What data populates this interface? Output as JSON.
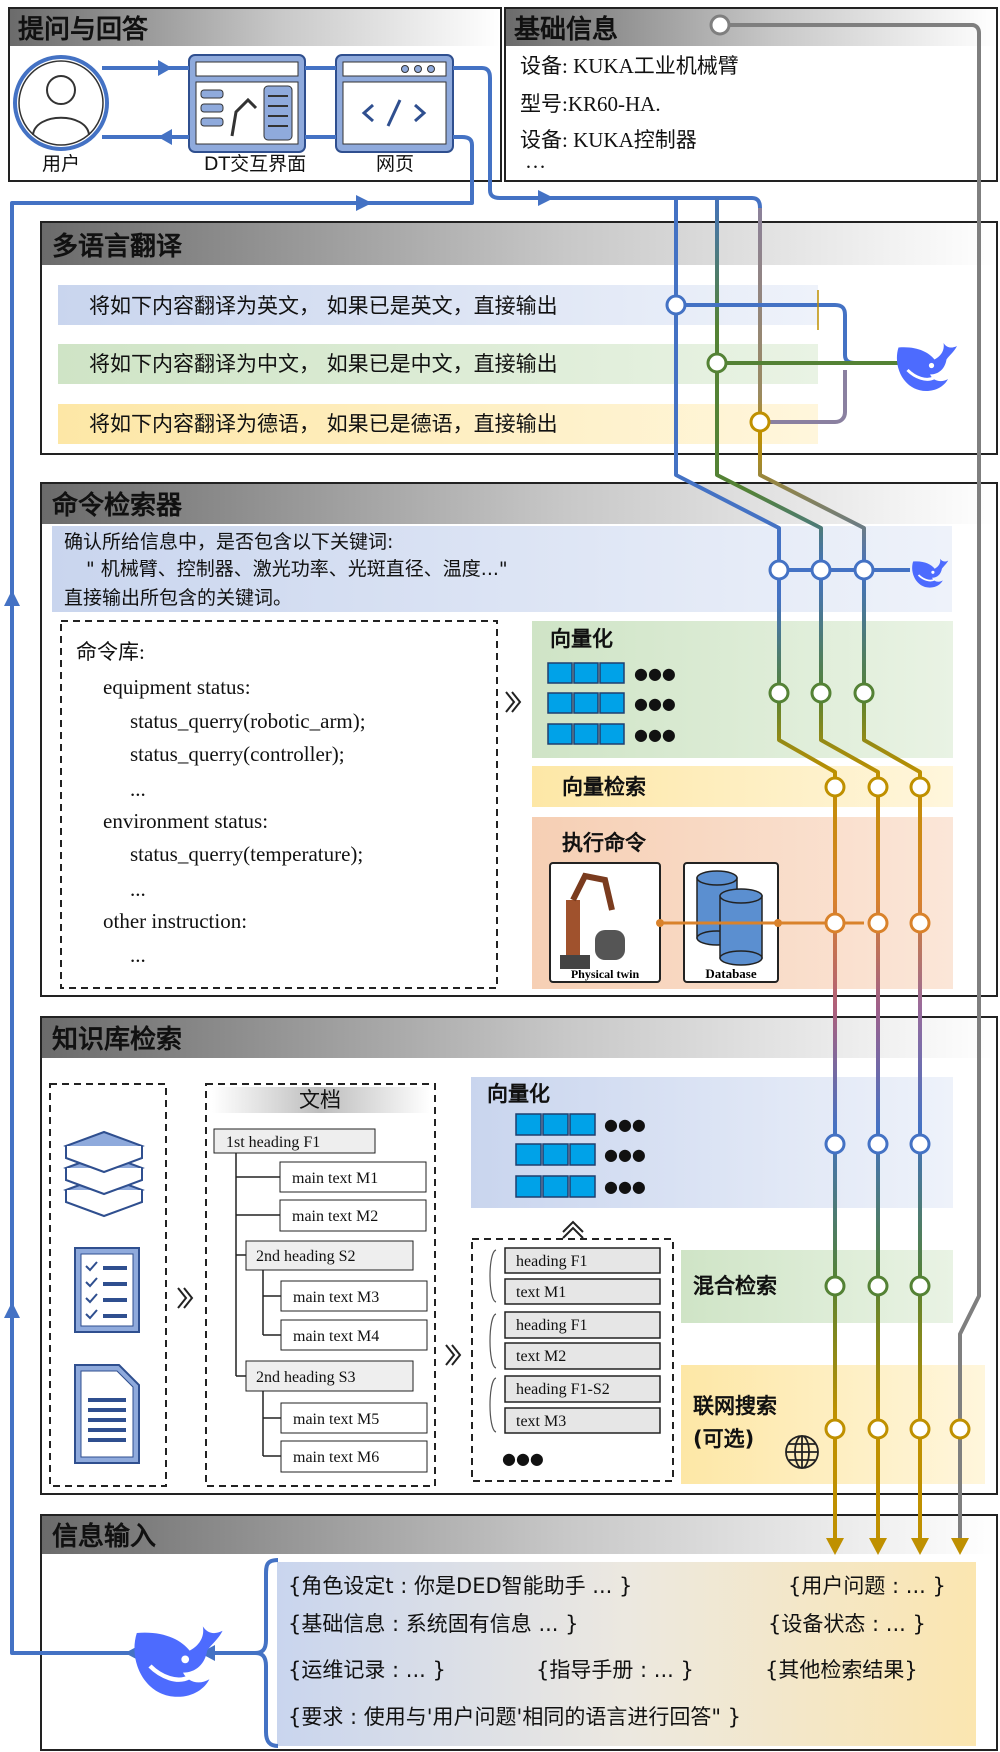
{
  "colors": {
    "blue": "#4472c4",
    "green": "#548235",
    "gold": "#bf9000",
    "orange": "#d9822b",
    "gray": "#7f7f7f"
  },
  "qa": {
    "title": "提问与回答",
    "user_label": "用户",
    "dt_label": "DT交互界面",
    "web_label": "网页"
  },
  "basic": {
    "title": "基础信息",
    "lines": [
      "设备: KUKA工业机械臂",
      "型号:KR60-HA.",
      "设备: KUKA控制器",
      "…"
    ]
  },
  "translate": {
    "title": "多语言翻译",
    "rows": [
      "将如下内容翻译为英文， 如果已是英文，直接输出",
      "将如下内容翻译为中文， 如果已是中文，直接输出",
      "将如下内容翻译为德语， 如果已是德语，直接输出"
    ]
  },
  "command": {
    "title": "命令检索器",
    "prompt": [
      "确认所给信息中，是否包含以下关键词:",
      "\" 机械臂、控制器、激光功率、光斑直径、温度...\"",
      "直接输出所包含的关键词。"
    ],
    "library": [
      "命令库:",
      "equipment status:",
      "status_querry(robotic_arm);",
      "status_querry(controller);",
      "...",
      "environment status:",
      "status_querry(temperature);",
      "...",
      "other instruction:",
      "..."
    ],
    "vectorize": "向量化",
    "vector_search": "向量检索",
    "execute": "执行命令",
    "physical_twin": "Physical twin",
    "database": "Database",
    "dots": "●●●"
  },
  "knowledge": {
    "title": "知识库检索",
    "doc_title": "文档",
    "tree": [
      "1st heading F1",
      "main text M1",
      "main text M2",
      "2nd heading S2",
      "main text M3",
      "main text M4",
      "2nd heading S3",
      "main text M5",
      "main text M6"
    ],
    "chunks": [
      "heading F1",
      "text M1",
      "heading F1",
      "text M2",
      "heading F1-S2",
      "text M3"
    ],
    "chunk_more": "●●●",
    "vectorize": "向量化",
    "hybrid": "混合检索",
    "web_search": "联网搜索",
    "optional": "(可选)",
    "dots": "●●●"
  },
  "input": {
    "title": "信息输入",
    "items": [
      "{角色设定t : 你是DED智能助手 ... }",
      "{用户问题 : ... }",
      "{基础信息 : 系统固有信息 ... }",
      "{设备状态 : ... }",
      "{运维记录 : ... }",
      "{指导手册 : ... }",
      "{其他检索结果}",
      "{要求 : 使用与'用户问题'相同的语言进行回答\" }"
    ]
  }
}
